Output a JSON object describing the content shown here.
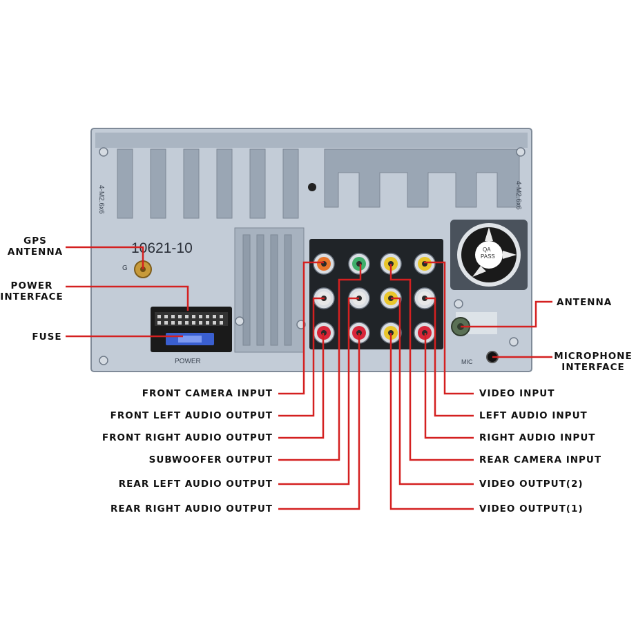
{
  "unit": {
    "serial": "10621-10",
    "power_label": "POWER",
    "mic_label": "MIC",
    "side_text_left": "4-M2.6x6",
    "side_text_right": "4-M2.6x6",
    "qa_line1": "QA",
    "qa_line2": "PASS",
    "gps_port_letter": "G"
  },
  "labels": {
    "gps_antenna": [
      "GPS",
      "ANTENNA"
    ],
    "power_interface": [
      "POWER",
      "INTERFACE"
    ],
    "fuse": "FUSE",
    "antenna": "ANTENNA",
    "microphone_interface": [
      "MICROPHONE",
      "INTERFACE"
    ],
    "left_column": [
      "FRONT CAMERA INPUT",
      "FRONT LEFT AUDIO OUTPUT",
      "FRONT RIGHT AUDIO OUTPUT",
      "SUBWOOFER OUTPUT",
      "REAR LEFT AUDIO OUTPUT",
      "REAR RIGHT AUDIO OUTPUT"
    ],
    "right_column": [
      "VIDEO INPUT",
      "LEFT AUDIO INPUT",
      "RIGHT AUDIO INPUT",
      "REAR CAMERA INPUT",
      "VIDEO OUTPUT(2)",
      "VIDEO OUTPUT(1)"
    ]
  },
  "colors": {
    "leader_line": "#d42020",
    "panel": "#b9c3cf",
    "panel_dark": "#8d99a8",
    "rca_orange": "#e8742a",
    "rca_green": "#3fae6a",
    "rca_yellow": "#e9c62b",
    "rca_white": "#e8e8e8",
    "rca_red": "#d8263a",
    "fuse_blue": "#3a5fd0"
  },
  "jacks": [
    {
      "color": "orange"
    },
    {
      "color": "green"
    },
    {
      "color": "yellow"
    },
    {
      "color": "yellow"
    },
    {
      "color": "white"
    },
    {
      "color": "white"
    },
    {
      "color": "yellow"
    },
    {
      "color": "white"
    },
    {
      "color": "red"
    },
    {
      "color": "red"
    },
    {
      "color": "yellow"
    },
    {
      "color": "red"
    }
  ]
}
